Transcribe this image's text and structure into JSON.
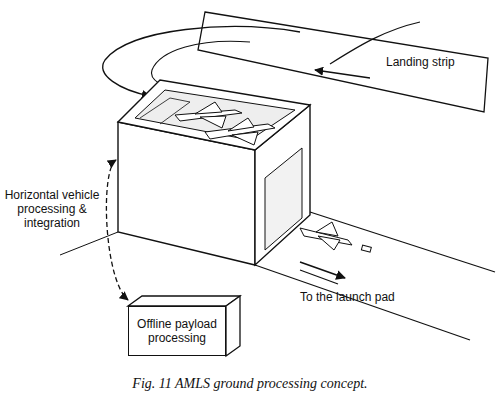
{
  "diagram": {
    "caption": "Fig. 11 AMLS ground processing concept.",
    "nodes": [
      {
        "text": [
          "Offline payload processing"
        ]
      }
    ],
    "labels": [
      "Landing strip",
      "Horizontal vehicle processing & integration",
      "To the launch pad"
    ]
  }
}
